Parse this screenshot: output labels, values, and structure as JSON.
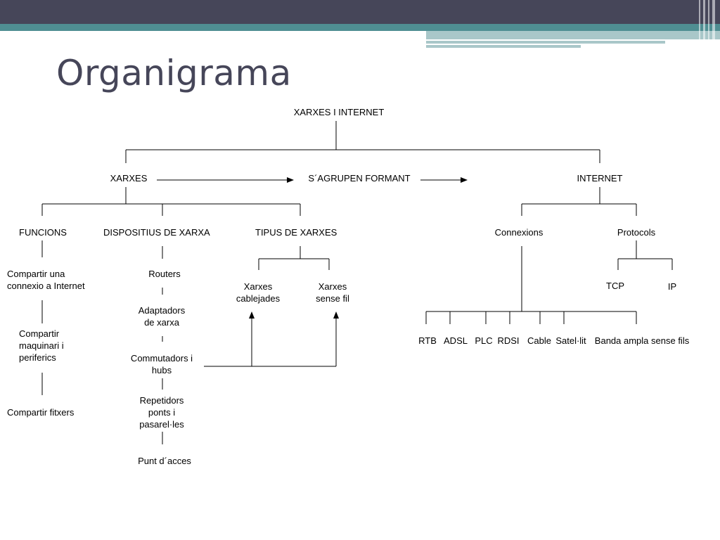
{
  "slide": {
    "title": "Organigrama"
  },
  "nodes": {
    "root": "XARXES I INTERNET",
    "xarxes": "XARXES",
    "sagrupen": "S´AGRUPEN FORMANT",
    "internet": "INTERNET",
    "funcions": "FUNCIONS",
    "dispositius": "DISPOSITIUS DE XARXA",
    "tipus": "TIPUS DE XARXES",
    "connexions": "Connexions",
    "protocols": "Protocols",
    "func_1": [
      "Compartir una",
      "connexio a Internet"
    ],
    "func_2": [
      "Compartir",
      "maquinari i",
      "periferics"
    ],
    "func_3": "Compartir fitxers",
    "disp_1": "Routers",
    "disp_2": [
      "Adaptadors",
      "de xarxa"
    ],
    "disp_3": [
      "Commutadors i",
      "hubs"
    ],
    "disp_4": [
      "Repetidors",
      "ponts i",
      "pasarel·les"
    ],
    "disp_5": "Punt d´acces",
    "tipus_1": [
      "Xarxes",
      "cablejades"
    ],
    "tipus_2": [
      "Xarxes",
      "sense fil"
    ],
    "tcp": "TCP",
    "ip": "IP",
    "connexions_list": [
      "RTB",
      "ADSL",
      "PLC",
      "RDSI",
      "Cable",
      "Satel·lit",
      "Banda ampla sense fils"
    ]
  },
  "colors": {
    "header_dark": "#464659",
    "header_teal": "#4f8e92",
    "header_light": "#a9c7c9",
    "title_text": "#464659"
  }
}
